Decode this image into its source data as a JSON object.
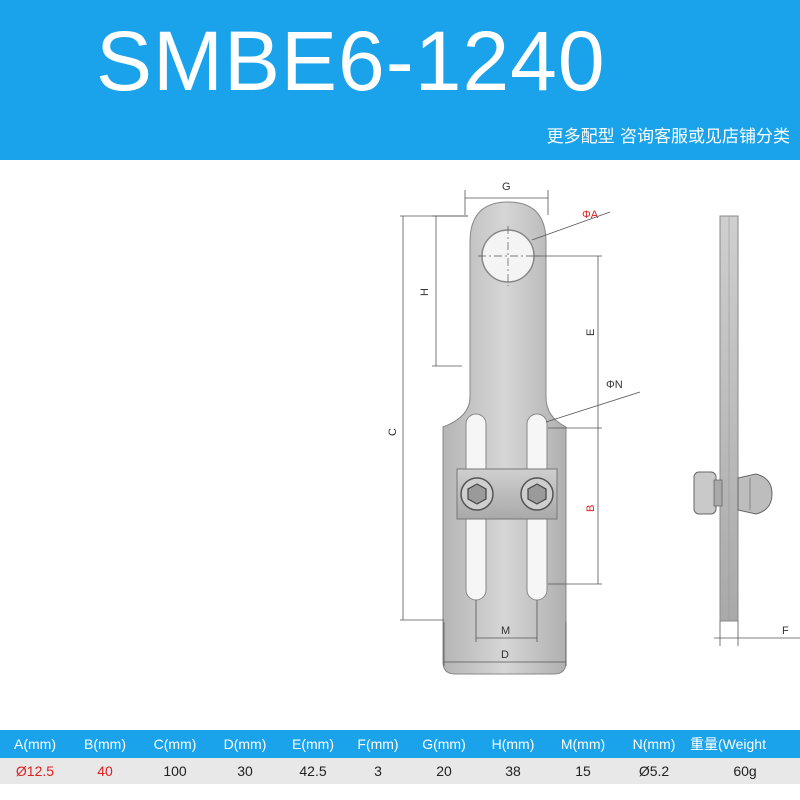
{
  "header": {
    "title": "SMBE6-1240",
    "subtitle": "更多配型 咨询客服或见店铺分类"
  },
  "drawing": {
    "labels": {
      "g": "G",
      "phi_a": "ΦA",
      "h": "H",
      "e": "E",
      "c": "C",
      "phi_n": "ΦN",
      "b": "B",
      "m": "M",
      "d": "D",
      "f": "F"
    }
  },
  "table": {
    "headers": [
      "A(mm)",
      "B(mm)",
      "C(mm)",
      "D(mm)",
      "E(mm)",
      "F(mm)",
      "G(mm)",
      "H(mm)",
      "M(mm)",
      "N(mm)",
      "重量(Weight"
    ],
    "values": [
      "Ø12.5",
      "40",
      "100",
      "30",
      "42.5",
      "3",
      "20",
      "38",
      "15",
      "Ø5.2",
      "60g"
    ]
  },
  "colors": {
    "header_bg": "#1aa3ea",
    "highlight_text": "#e02020",
    "row_bg": "#e8e8e8"
  }
}
